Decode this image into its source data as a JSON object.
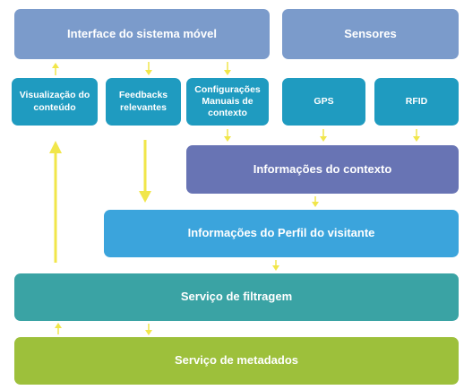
{
  "colors": {
    "interface": "#7b9bcb",
    "teal": "#1f9bc0",
    "contexto": "#6874b4",
    "perfil": "#3ba4dc",
    "filtragem": "#3aa3a4",
    "metadados": "#9dc03b",
    "arrow": "#f1e64a"
  },
  "boxes": {
    "interface": "Interface do sistema móvel",
    "sensores": "Sensores",
    "visualizacao": "Visualização do conteúdo",
    "feedbacks": "Feedbacks relevantes",
    "configuracoes": "Configurações Manuais de contexto",
    "gps": "GPS",
    "rfid": "RFID",
    "contexto": "Informações do contexto",
    "perfil": "Informações do Perfil do visitante",
    "filtragem": "Serviço de filtragem",
    "metadados": "Serviço de metadados"
  }
}
